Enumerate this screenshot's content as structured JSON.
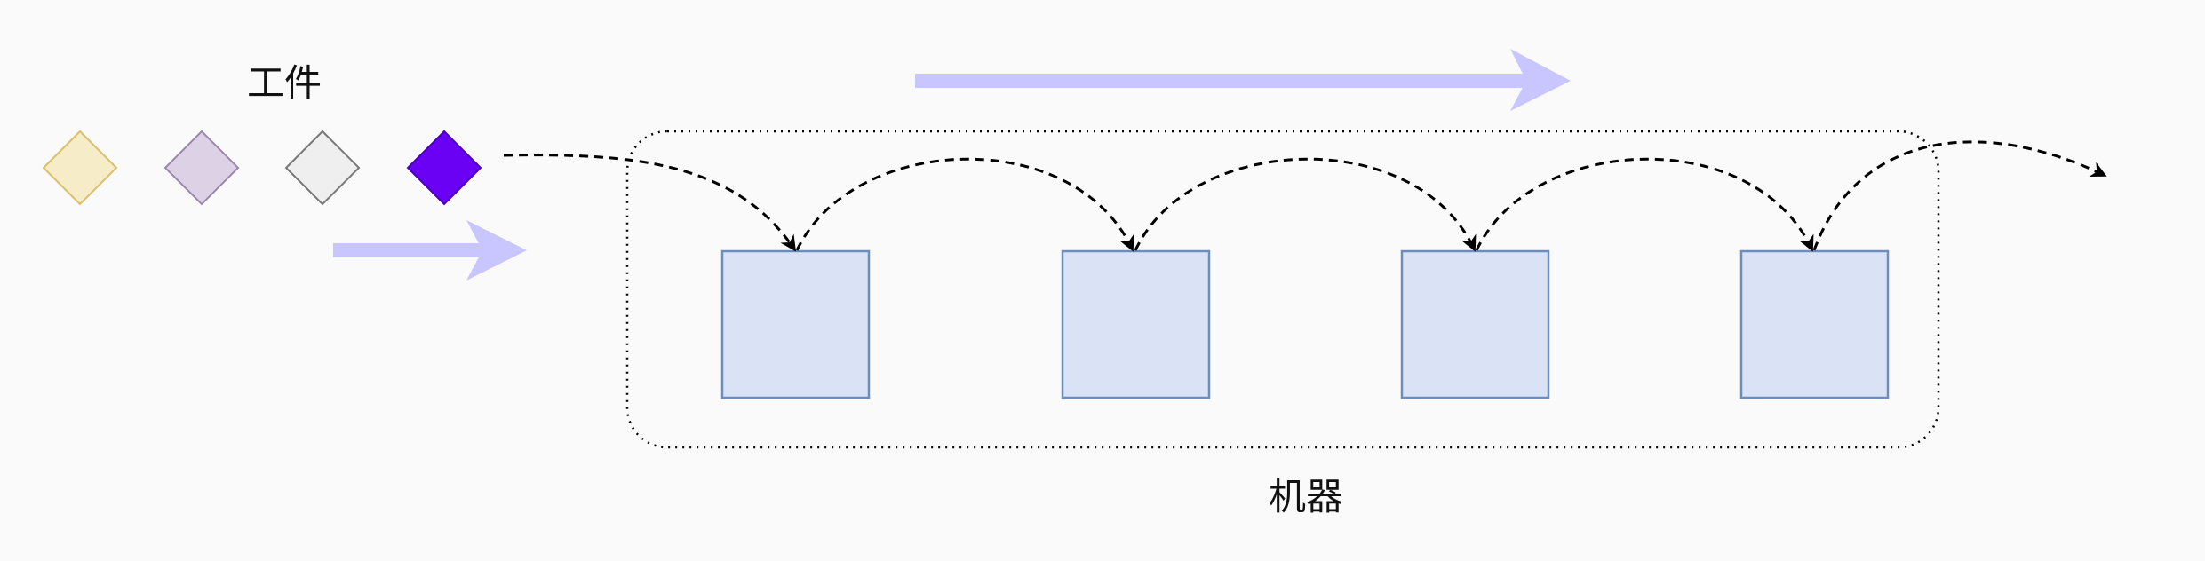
{
  "labels": {
    "workpieces": "工件",
    "machines": "机器"
  },
  "workpieces": [
    {
      "name": "workpiece-1",
      "fill": "#f7ecc8",
      "stroke": "#d8bf6a"
    },
    {
      "name": "workpiece-2",
      "fill": "#ddd1e6",
      "stroke": "#9b86ad"
    },
    {
      "name": "workpiece-3",
      "fill": "#efefef",
      "stroke": "#777777"
    },
    {
      "name": "workpiece-4",
      "fill": "#6a00f4",
      "stroke": "#4a00c0"
    }
  ],
  "machines": [
    {
      "name": "machine-1"
    },
    {
      "name": "machine-2"
    },
    {
      "name": "machine-3"
    },
    {
      "name": "machine-4"
    }
  ],
  "colors": {
    "machine_fill": "#dae3f5",
    "machine_stroke": "#6c8ebf",
    "flow_arrow": "#c9c6ff",
    "connector": "#000000",
    "group_border": "#000000"
  }
}
